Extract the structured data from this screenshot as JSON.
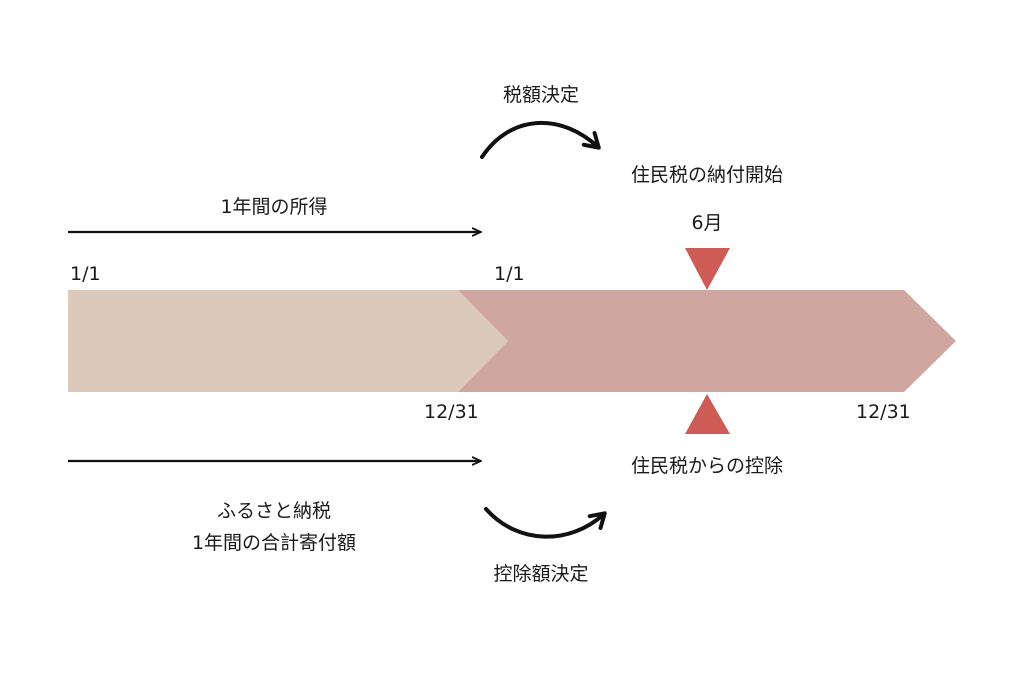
{
  "labels": {
    "tax_decision": "税額決定",
    "resident_tax_start": "住民税の納付開始",
    "one_year_income": "1年間の所得",
    "june": "6月",
    "start_date_1": "1/1",
    "start_date_2": "1/1",
    "end_date_1": "12/31",
    "end_date_2": "12/31",
    "resident_tax_deduction": "住民税からの控除",
    "furusato_line1": "ふるさと納税",
    "furusato_line2": "1年間の合計寄付額",
    "deduction_decision": "控除額決定"
  },
  "colors": {
    "year1_band": "#dbc9bb",
    "year2_band": "#d0a6a0",
    "marker": "#cd5c57",
    "line": "#111111"
  }
}
